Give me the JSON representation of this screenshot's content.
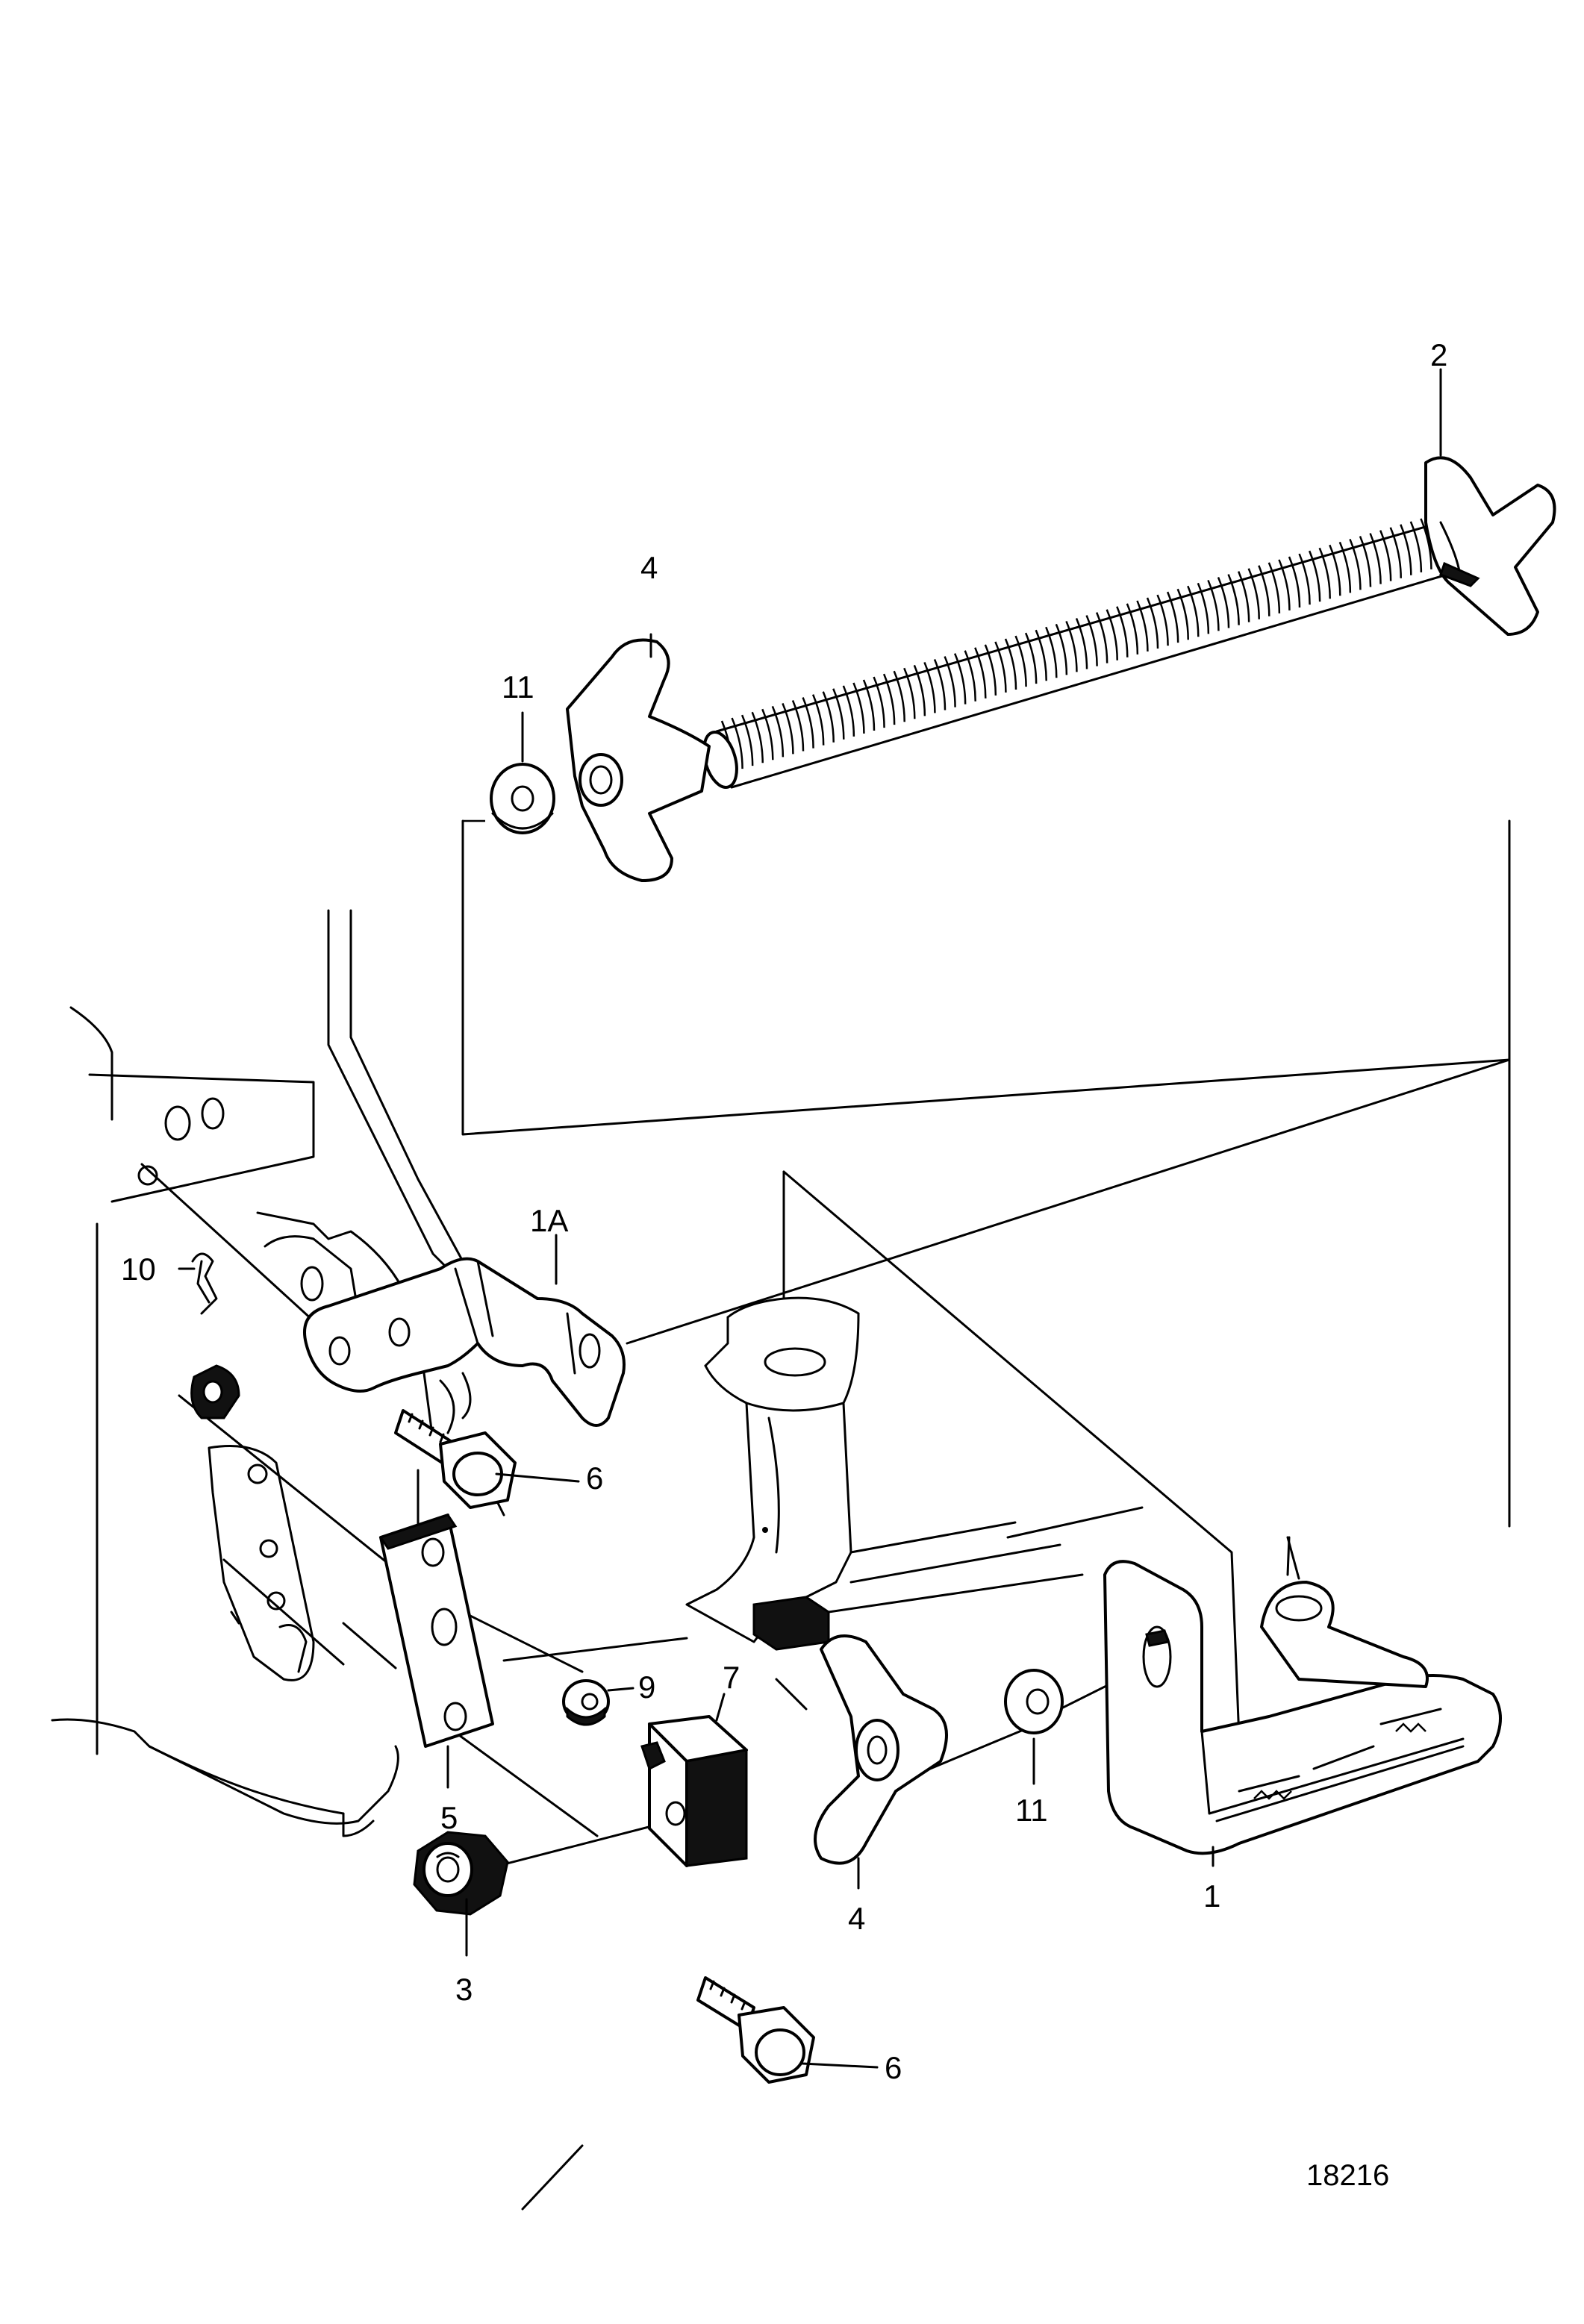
{
  "callouts": {
    "c1": "1",
    "c1a": "1A",
    "c2": "2",
    "c3": "3",
    "c4_top": "4",
    "c4_bottom": "4",
    "c5": "5",
    "c6_top": "6",
    "c6_bottom": "6",
    "c7": "7",
    "c9": "9",
    "c10": "10",
    "c11_top": "11",
    "c11_bottom": "11"
  },
  "figure_number": "18216"
}
